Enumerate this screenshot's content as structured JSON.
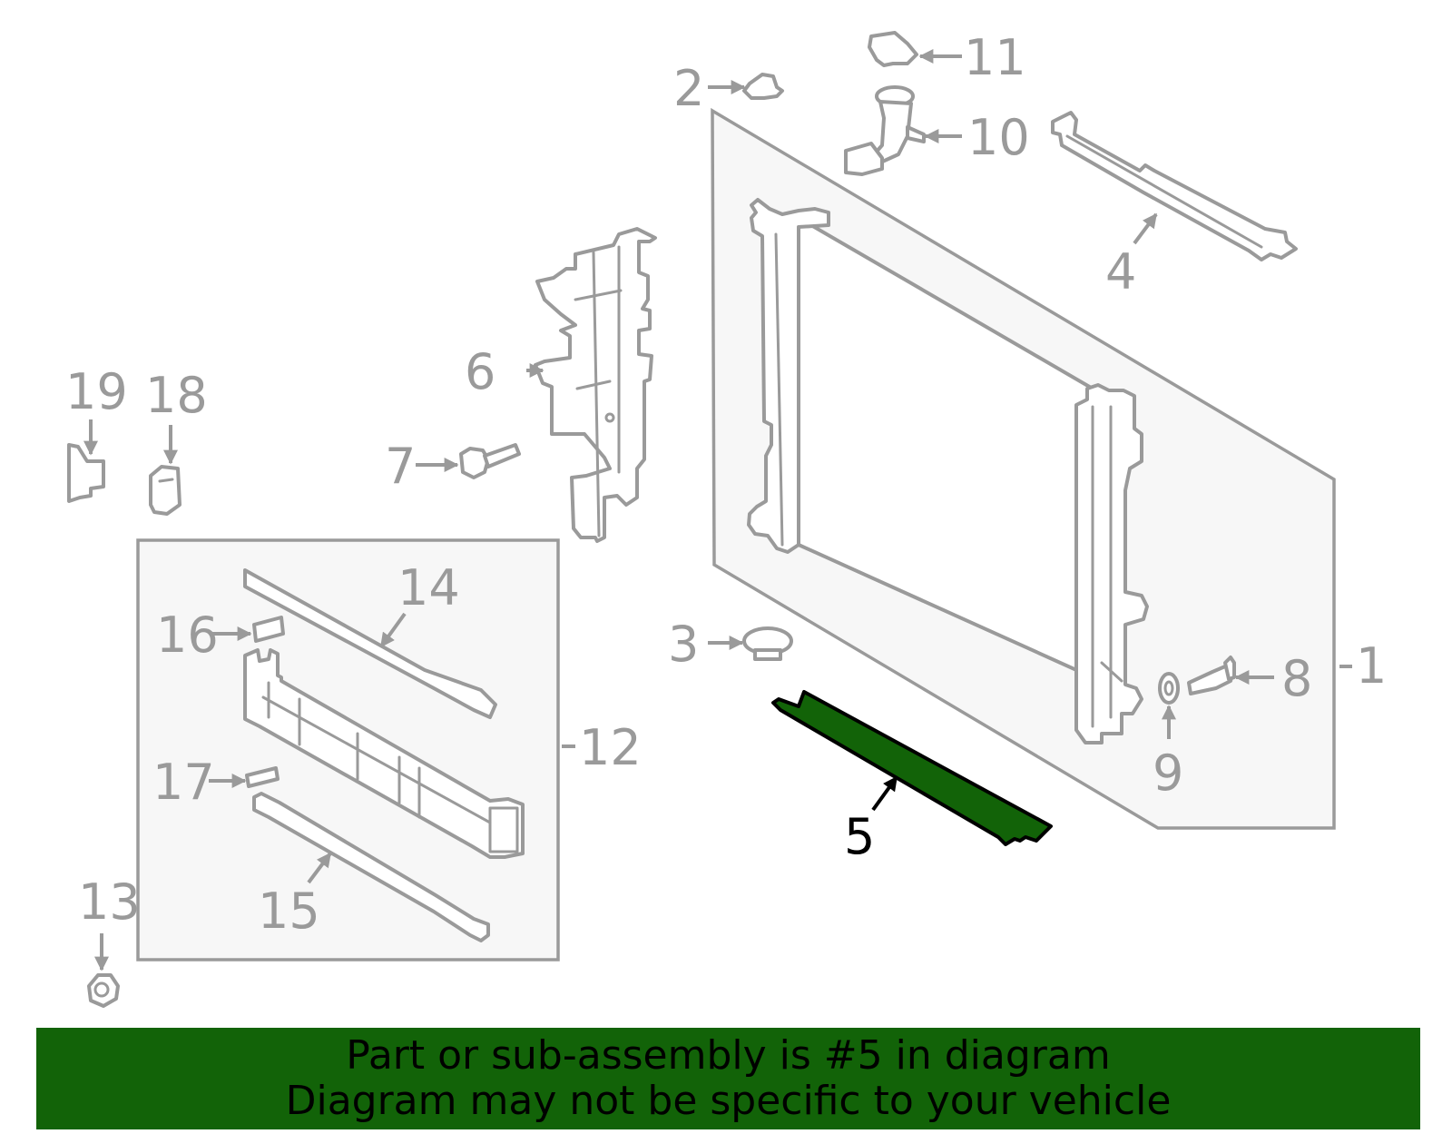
{
  "colors": {
    "highlight": "#126308",
    "part_stroke": "#9a9a9a",
    "panel_fill": "#f7f7f7",
    "highlight_label": "#000000"
  },
  "callouts": {
    "c1": "1",
    "c2": "2",
    "c3": "3",
    "c4": "4",
    "c5": "5",
    "c6": "6",
    "c7": "7",
    "c8": "8",
    "c9": "9",
    "c10": "10",
    "c11": "11",
    "c12": "12",
    "c13": "13",
    "c14": "14",
    "c15": "15",
    "c16": "16",
    "c17": "17",
    "c18": "18",
    "c19": "19"
  },
  "highlighted_part": "5",
  "banner": {
    "line1": "Part or sub-assembly is #5 in diagram",
    "line2": "Diagram may not be specific to your vehicle"
  }
}
